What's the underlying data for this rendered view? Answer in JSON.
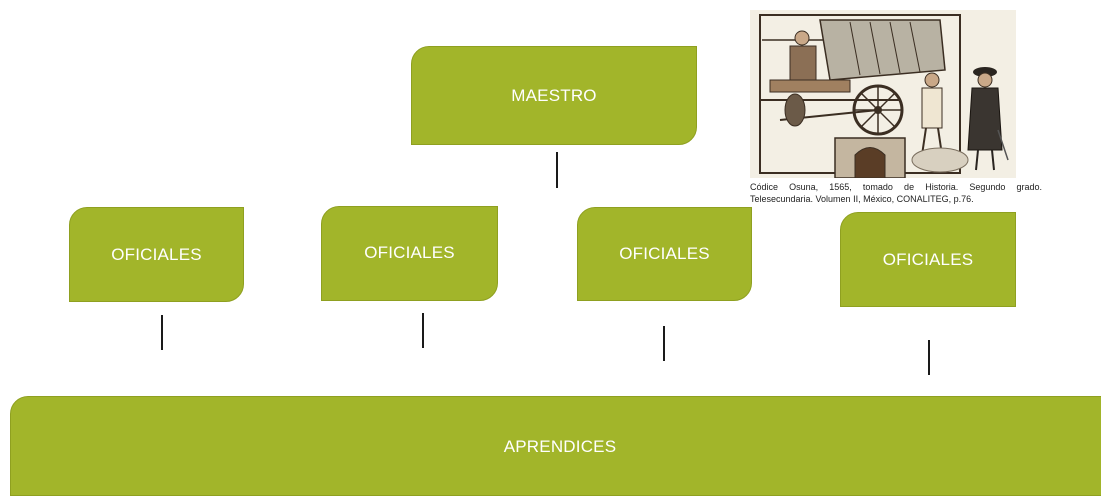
{
  "diagram": {
    "top": {
      "label": "MAESTRO"
    },
    "middle": [
      {
        "label": "OFICIALES"
      },
      {
        "label": "OFICIALES"
      },
      {
        "label": "OFICIALES"
      },
      {
        "label": "OFICIALES"
      }
    ],
    "bottom": {
      "label": "APRENDICES"
    },
    "box_color": "#a2b52a",
    "text_color": "#ffffff",
    "connector_color": "#1a1a1a"
  },
  "illustration": {
    "caption": "Códice Osuna, 1565, tomado de Historia. Segundo grado. Telesecundaria. Volumen II, México, CONALITEG, p.76."
  }
}
